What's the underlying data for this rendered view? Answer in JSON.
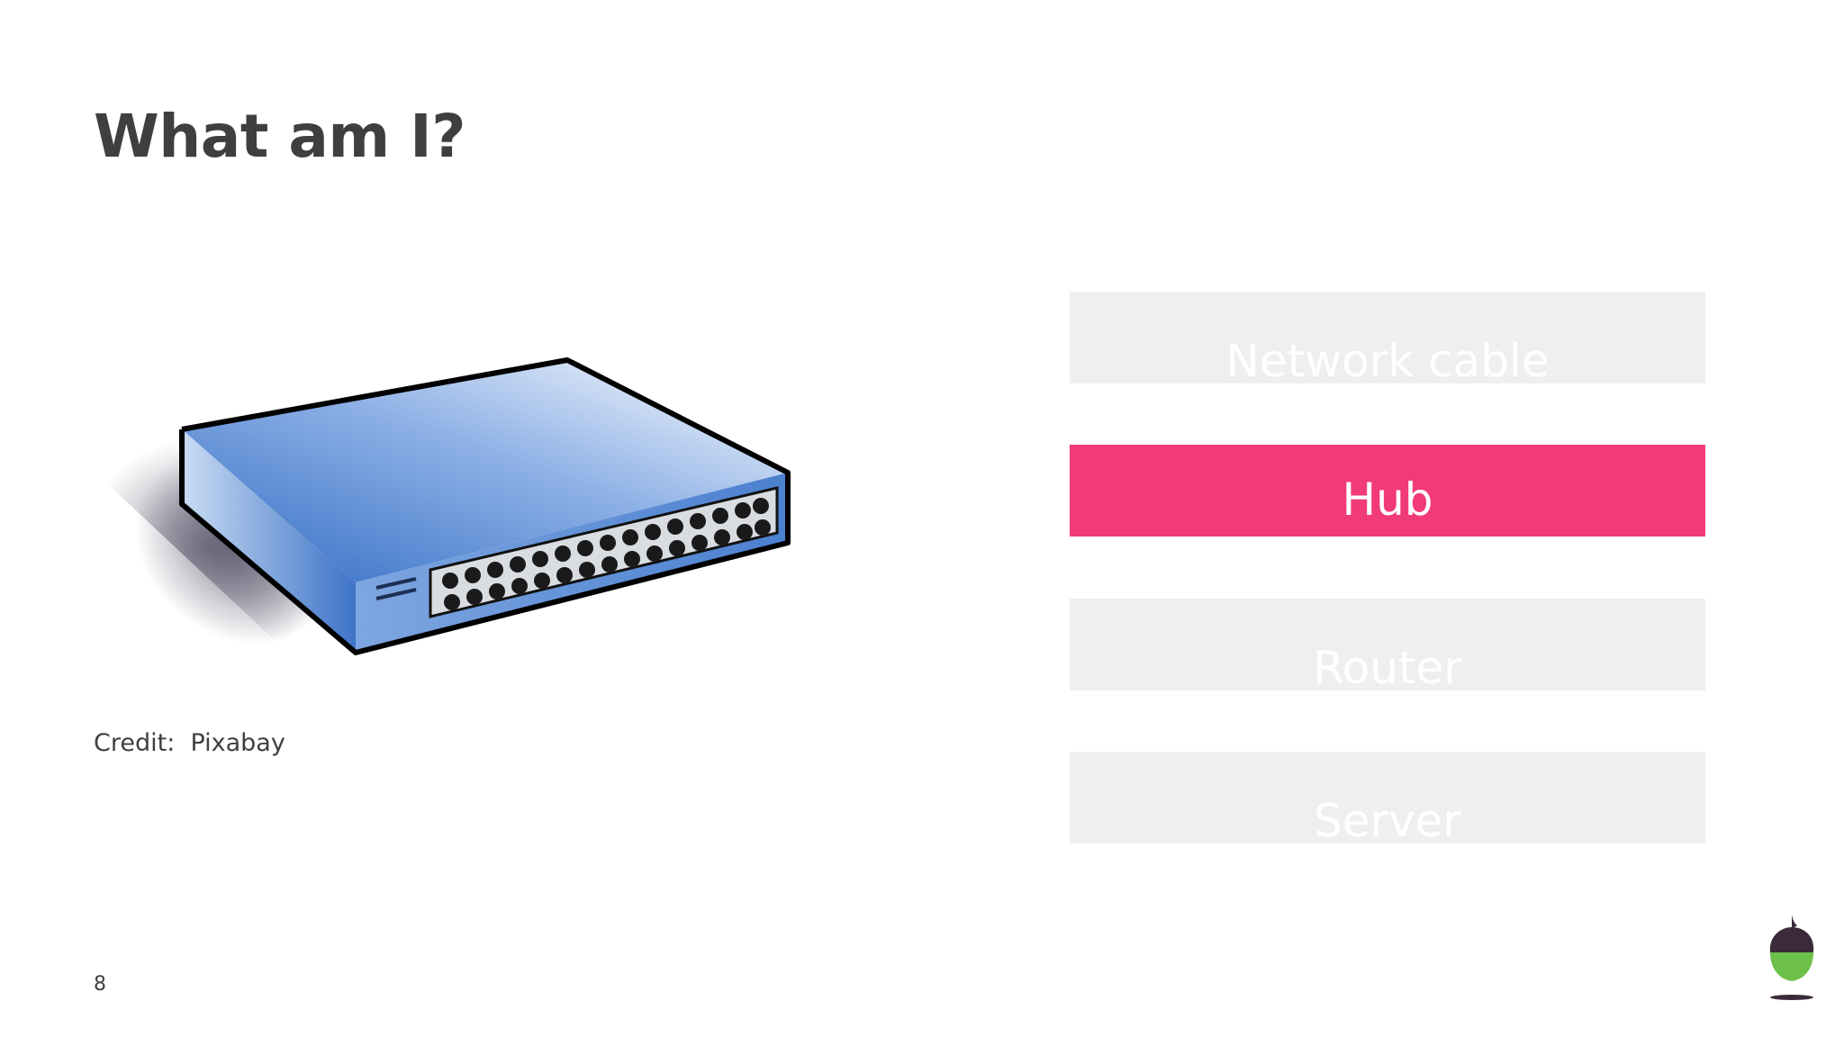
{
  "slide": {
    "title": "What am I?",
    "credit": "Credit:  Pixabay",
    "page_number": "8"
  },
  "options": [
    {
      "label": "Network cable",
      "selected": false
    },
    {
      "label": "Hub",
      "selected": true
    },
    {
      "label": "Router",
      "selected": false
    },
    {
      "label": "Server",
      "selected": false
    }
  ],
  "colors": {
    "title_text": "#3f3f3f",
    "option_background": "#efefef",
    "option_selected_background": "#f13b76",
    "option_text": "#ffffff",
    "hub_body_blue": "#4a7fd0",
    "logo_cap": "#3b2a3a",
    "logo_nut": "#6cc04a"
  },
  "icons": {
    "image": "network-hub-illustration",
    "logo": "acorn-logo-icon"
  }
}
